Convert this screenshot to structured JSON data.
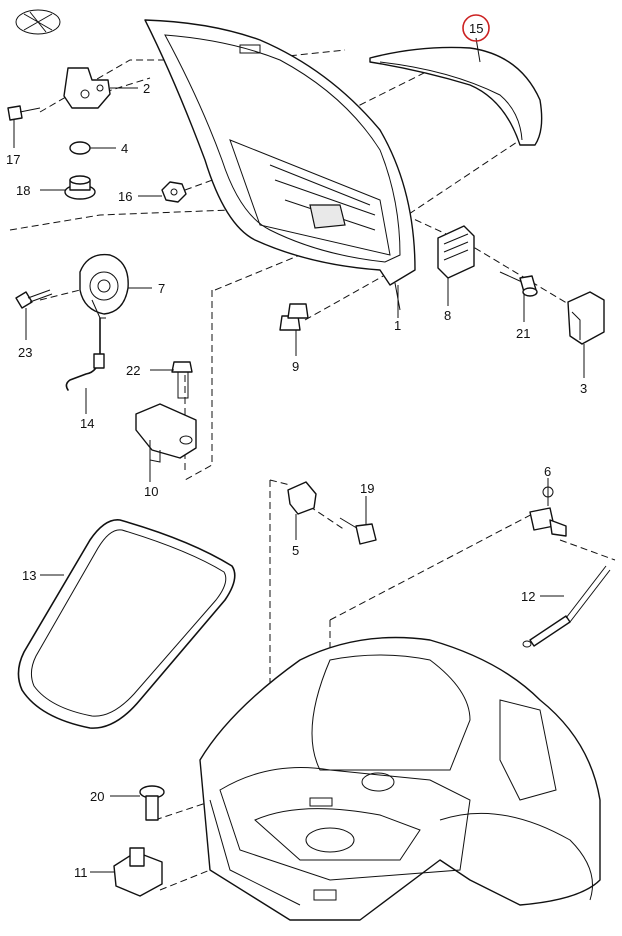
{
  "diagram": {
    "highlight_color": "#cc2222",
    "line_color": "#111111",
    "parts": [
      {
        "key": "p1",
        "label": "1"
      },
      {
        "key": "p2",
        "label": "2"
      },
      {
        "key": "p3",
        "label": "3"
      },
      {
        "key": "p4",
        "label": "4"
      },
      {
        "key": "p5",
        "label": "5"
      },
      {
        "key": "p6",
        "label": "6"
      },
      {
        "key": "p7",
        "label": "7"
      },
      {
        "key": "p8",
        "label": "8"
      },
      {
        "key": "p9",
        "label": "9"
      },
      {
        "key": "p10",
        "label": "10"
      },
      {
        "key": "p11",
        "label": "11"
      },
      {
        "key": "p12",
        "label": "12"
      },
      {
        "key": "p13",
        "label": "13"
      },
      {
        "key": "p14",
        "label": "14"
      },
      {
        "key": "p15",
        "label": "15",
        "highlighted": true
      },
      {
        "key": "p16",
        "label": "16"
      },
      {
        "key": "p17",
        "label": "17"
      },
      {
        "key": "p18",
        "label": "18"
      },
      {
        "key": "p19",
        "label": "19"
      },
      {
        "key": "p20",
        "label": "20"
      },
      {
        "key": "p21",
        "label": "21"
      },
      {
        "key": "p22",
        "label": "22"
      },
      {
        "key": "p23",
        "label": "23"
      }
    ]
  }
}
